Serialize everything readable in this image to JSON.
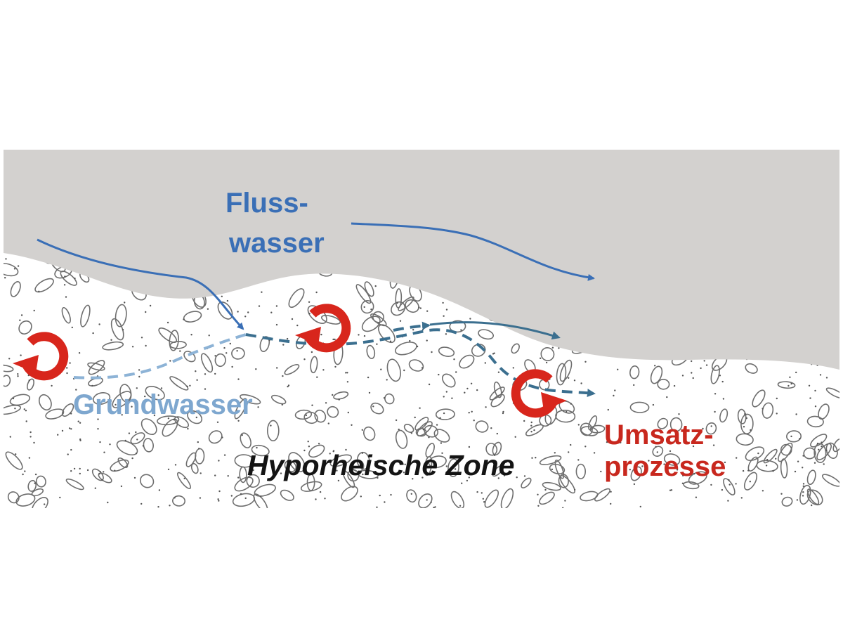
{
  "labels": {
    "river_water_line1": "Fluss-",
    "river_water_line2": "wasser",
    "groundwater": "Grundwasser",
    "hyporheic_zone": "Hyporheische Zone",
    "turnover_line1": "Umsatz-",
    "turnover_line2": "prozesse"
  },
  "colors": {
    "river_fill": "#d3d1cf",
    "river_flow": "#3a6fb6",
    "groundwater_flow": "#8db3d6",
    "mixed_flow": "#3b6f8f",
    "process_red": "#d8261c",
    "grain_outline": "#6e6e6e",
    "text_black": "#141414"
  },
  "icons": {
    "process_marker": "circular-arrow-icon"
  }
}
